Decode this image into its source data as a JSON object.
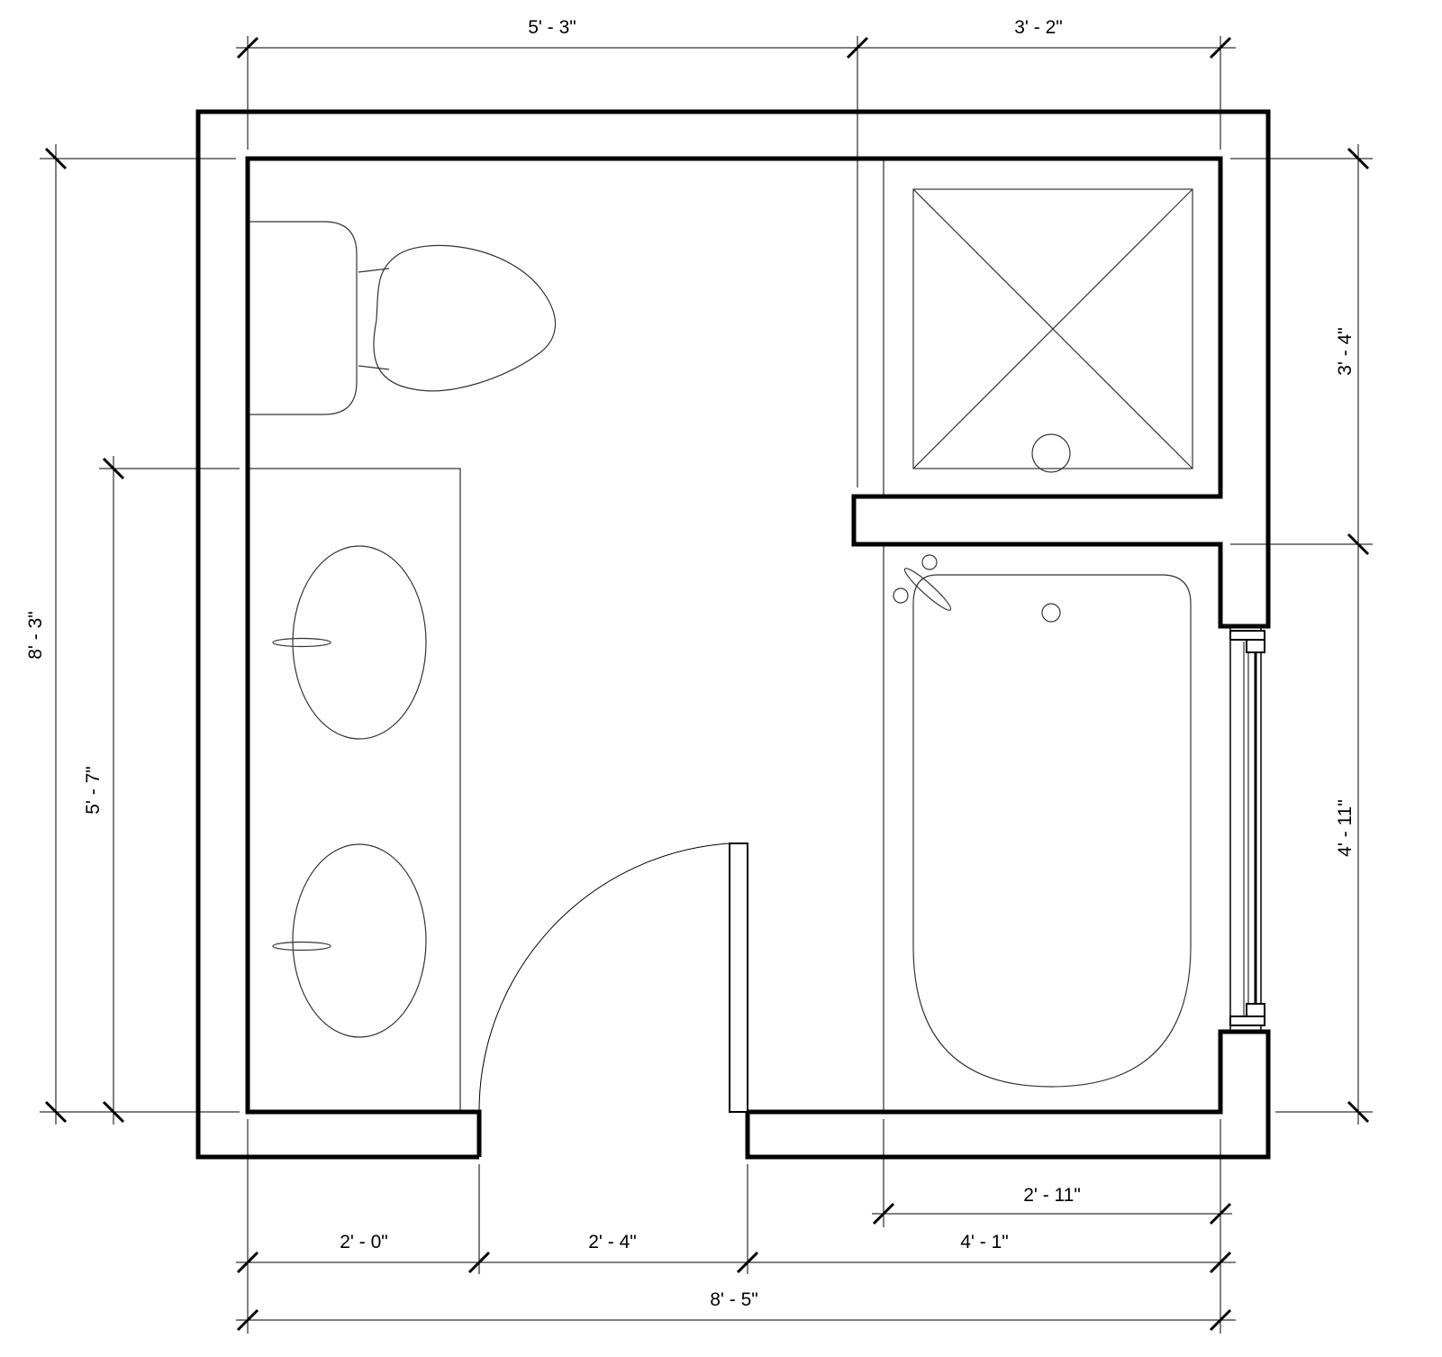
{
  "diagram": {
    "type": "bathroom floor plan",
    "dimensions": {
      "top_left": "5' - 3\"",
      "top_right": "3' - 2\"",
      "left_overall": "8' - 3\"",
      "left_vanity": "5' - 7\"",
      "right_upper": "3' - 4\"",
      "right_lower": "4' - 11\"",
      "bottom_tub": "2' - 11\"",
      "bottom_left": "2' - 0\"",
      "bottom_door": "2' - 4\"",
      "bottom_right": "4' - 1\"",
      "bottom_overall": "8' - 5\""
    },
    "fixtures": [
      "toilet",
      "double-sink-vanity",
      "shower",
      "bathtub",
      "swing-door",
      "window"
    ]
  }
}
